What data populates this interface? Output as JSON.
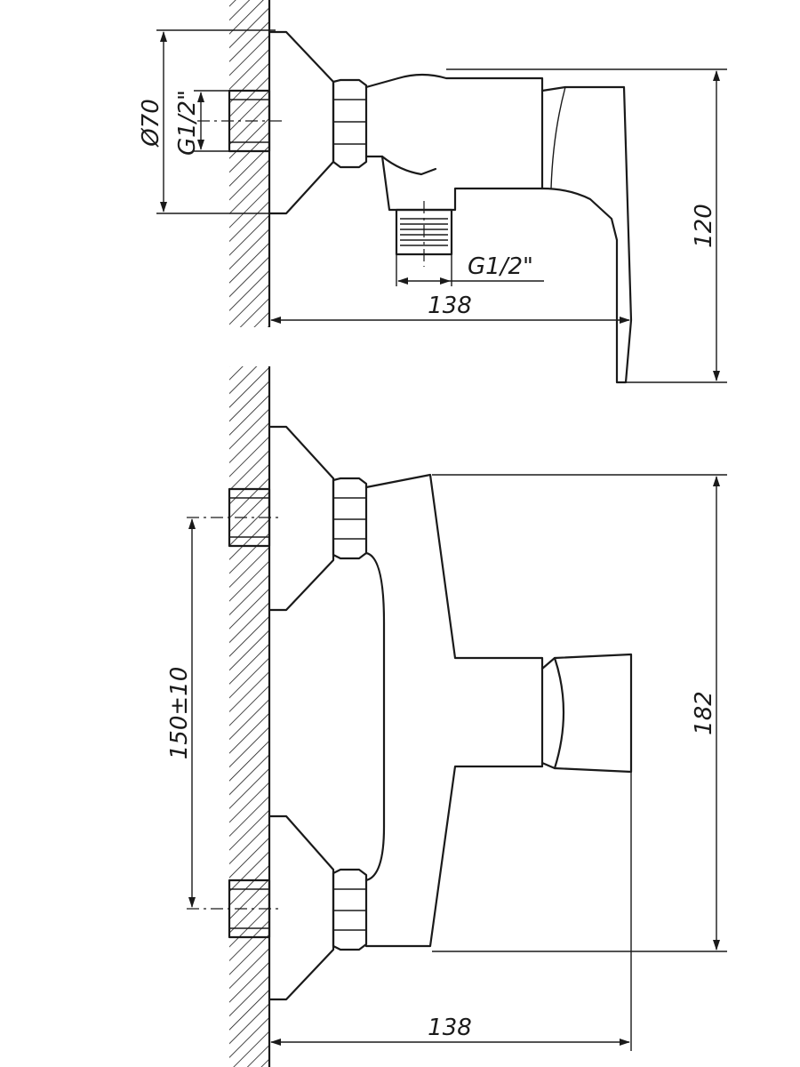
{
  "drawing": {
    "top_view": {
      "dimensions": {
        "flange_diameter": "Ø70",
        "inlet_thread": "G1/2\"",
        "outlet_thread": "G1/2\"",
        "depth": "138",
        "height": "120"
      }
    },
    "front_view": {
      "dimensions": {
        "inlet_spacing": "150±10",
        "height": "182",
        "depth": "138"
      }
    }
  }
}
